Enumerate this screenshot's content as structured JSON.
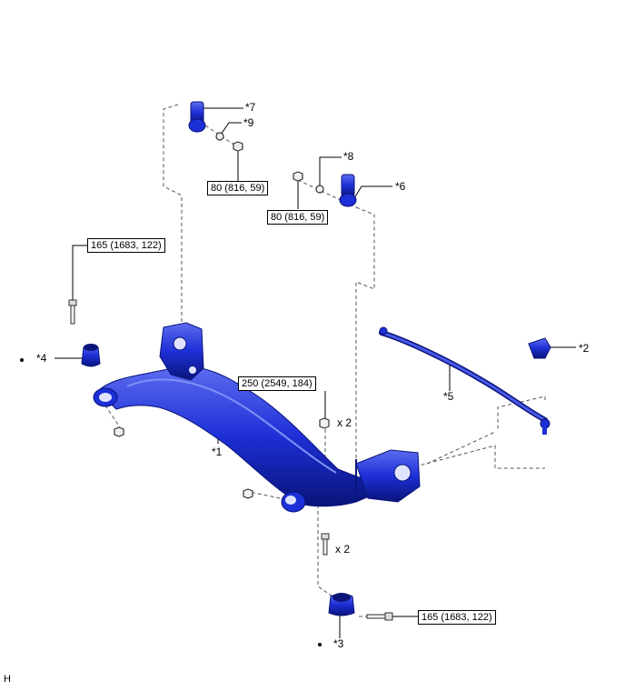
{
  "diagram": {
    "callouts": {
      "c1": "*1",
      "c2": "*2",
      "c3": "*3",
      "c4": "*4",
      "c5": "*5",
      "c6": "*6",
      "c7": "*7",
      "c8": "*8",
      "c9": "*9"
    },
    "torques": {
      "t_left_bolt": "165 (1683, 122)",
      "t_upper_left_nut": "80 (816, 59)",
      "t_upper_right_nut": "80 (816, 59)",
      "t_center_nut": "250 (2549, 184)",
      "t_lower_bolt": "165 (1683, 122)"
    },
    "quantities": {
      "q_nut": "x 2",
      "q_bolt": "x 2"
    },
    "corner_code": "H",
    "colors": {
      "part_blue": "#1d2fd6",
      "part_dark": "#0a147a",
      "part_light": "#6a78f2",
      "line": "#000000",
      "dash": "#555555"
    }
  }
}
